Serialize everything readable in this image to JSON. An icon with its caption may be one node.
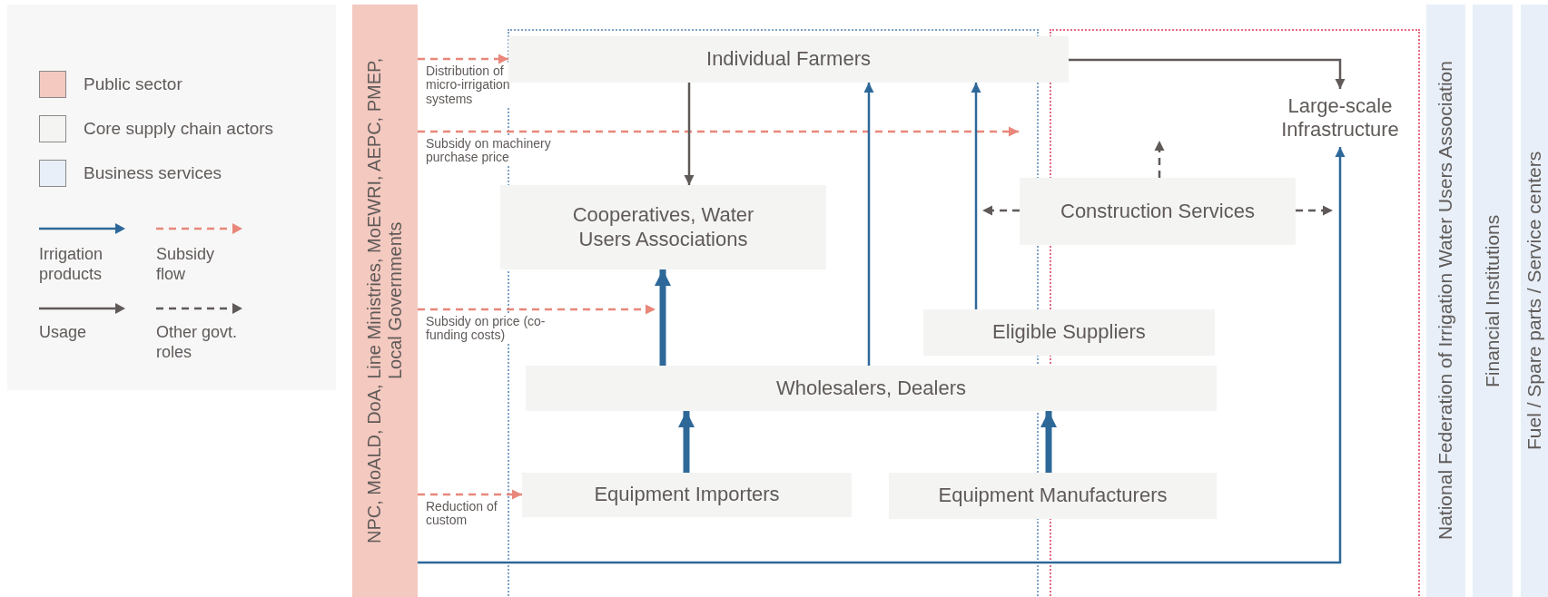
{
  "diagram": {
    "nodes": [
      {
        "text": [
          "NPC, MoALD, DoA, Line Ministries, MoEWRI, AEPC, PMEP, Local Governments"
        ]
      },
      {
        "text": [
          "Individual Farmers"
        ]
      },
      {
        "text": [
          "Large-scale Infrastructure"
        ]
      },
      {
        "text": [
          "Construction Services"
        ]
      },
      {
        "text": [
          "Cooperatives, Water Users Associations"
        ]
      },
      {
        "text": [
          "Eligible Suppliers"
        ]
      },
      {
        "text": [
          "Wholesalers, Dealers"
        ]
      },
      {
        "text": [
          "Equipment Importers"
        ]
      },
      {
        "text": [
          "Equipment Manufacturers"
        ]
      },
      {
        "text": [
          "National Federation of Irrigation Water Users Association"
        ]
      },
      {
        "text": [
          "Financial Institutions"
        ]
      },
      {
        "text": [
          "Fuel / Spare parts / Service centers"
        ]
      }
    ],
    "edges": [
      {
        "from": 0,
        "to": 1,
        "arrow": "to",
        "label": "Distribution of micro-irrigation systems",
        "style": "dashed",
        "color": "#e8877a"
      },
      {
        "from": 0,
        "to": null,
        "arrow": "to",
        "label": "Subsidy on machinery purchase price",
        "style": "dashed",
        "color": "#e8877a"
      },
      {
        "from": 0,
        "to": 4,
        "arrow": "to",
        "label": "Subsidy on price (co-funding costs)",
        "style": "dashed",
        "color": "#e8877a"
      },
      {
        "from": 0,
        "to": 7,
        "arrow": "to",
        "label": "Reduction of custom",
        "style": "dashed",
        "color": "#e8877a"
      },
      {
        "from": 1,
        "to": 2,
        "arrow": "to",
        "color": "#5f5a58"
      },
      {
        "from": 1,
        "to": 4,
        "arrow": "to",
        "color": "#5f5a58"
      },
      {
        "from": 6,
        "to": 1,
        "arrow": "to"
      },
      {
        "from": 5,
        "to": 1,
        "arrow": "to"
      },
      {
        "from": 6,
        "to": 4,
        "arrow": "to",
        "style": "thick"
      },
      {
        "from": 7,
        "to": 6,
        "arrow": "to",
        "style": "thick"
      },
      {
        "from": 8,
        "to": 6,
        "arrow": "to",
        "style": "thick"
      },
      {
        "from": 0,
        "to": 2,
        "arrow": "to"
      },
      {
        "from": 3,
        "to": null,
        "arrow": "to",
        "style": "dashed",
        "color": "#5f5a58"
      },
      {
        "from": 3,
        "to": null,
        "arrow": "to",
        "style": "dashed",
        "color": "#5f5a58"
      },
      {
        "from": 3,
        "to": null,
        "arrow": "to",
        "style": "dashed",
        "color": "#5f5a58"
      }
    ],
    "legend": [
      {
        "text": "Public sector",
        "color": "#f4c9c0"
      },
      {
        "text": "Core supply chain actors",
        "color": "#f4f4f2"
      },
      {
        "text": "Business services",
        "color": "#e8eff8"
      },
      {
        "text": "Irrigation products"
      },
      {
        "text": "Subsidy flow"
      },
      {
        "text": "Usage"
      },
      {
        "text": "Other govt. roles"
      }
    ]
  }
}
